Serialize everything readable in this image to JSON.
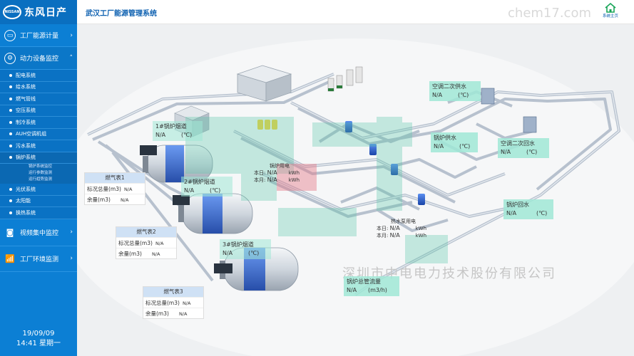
{
  "brand": {
    "logo_badge": "NISSAN",
    "name": "东风日产"
  },
  "header": {
    "title": "武汉工厂能源管理系统",
    "home_label": "系统主页",
    "watermark": "chem17.com"
  },
  "nav": {
    "energy_metering": "工厂能源计量",
    "power_monitoring": "动力设备监控",
    "video_monitoring": "视频集中监控",
    "env_monitoring": "工厂环境监测",
    "sub_items": [
      "配电系统",
      "给水系统",
      "燃气管线",
      "空压系统",
      "制冷系统",
      "AUH空调机组",
      "污水系统",
      "锅炉系统",
      "光伏系统",
      "太阳能",
      "换热系统"
    ],
    "boiler_children": [
      "锅炉系统监控",
      "运行参数监测",
      "运行趋势监测"
    ]
  },
  "datetime": {
    "date": "19/09/09",
    "time": "14:41 星期一"
  },
  "watermark_bottom": "深圳市中电电力技术股份有限公司",
  "flue1": {
    "name": "1#锅炉烟道",
    "value": "N/A",
    "unit": "(℃)"
  },
  "flue2": {
    "name": "2#锅炉烟道",
    "value": "N/A",
    "unit": "(℃)"
  },
  "flue3": {
    "name": "3#锅炉烟道",
    "value": "N/A",
    "unit": "(℃)"
  },
  "ac_supply": {
    "name": "空调二次供水",
    "value": "N/A",
    "unit": "(℃)"
  },
  "ac_return": {
    "name": "空调二次回水",
    "value": "N/A",
    "unit": "(℃)"
  },
  "boiler_supply": {
    "name": "锅炉供水",
    "value": "N/A",
    "unit": "(℃)"
  },
  "boiler_return": {
    "name": "锅炉回水",
    "value": "N/A",
    "unit": "(℃)"
  },
  "total_flow": {
    "name": "锅炉总管流量",
    "value": "N/A",
    "unit": "(m3/h)"
  },
  "boiler_power": {
    "title": "锅炉用电",
    "today_label": "本日:",
    "month_label": "本月:",
    "today": "N/A",
    "month": "N/A",
    "unit": "kWh"
  },
  "pump_power": {
    "title": "热水泵用电",
    "today_label": "本日:",
    "month_label": "本月:",
    "today": "N/A",
    "month": "N/A",
    "unit": "kWh"
  },
  "gas_meters": [
    {
      "title": "燃气表1",
      "std_label": "标况总量(m3)",
      "std_value": "N/A",
      "rem_label": "余量(m3)",
      "rem_value": "N/A"
    },
    {
      "title": "燃气表2",
      "std_label": "标况总量(m3)",
      "std_value": "N/A",
      "rem_label": "余量(m3)",
      "rem_value": "N/A"
    },
    {
      "title": "燃气表3",
      "std_label": "标况总量(m3)",
      "std_value": "N/A",
      "rem_label": "余量(m3)",
      "rem_value": "N/A"
    }
  ],
  "colors": {
    "sidebar": "#0c7fd4",
    "accent_green": "#a0e8d6",
    "pipe": "#b9c3d0"
  }
}
